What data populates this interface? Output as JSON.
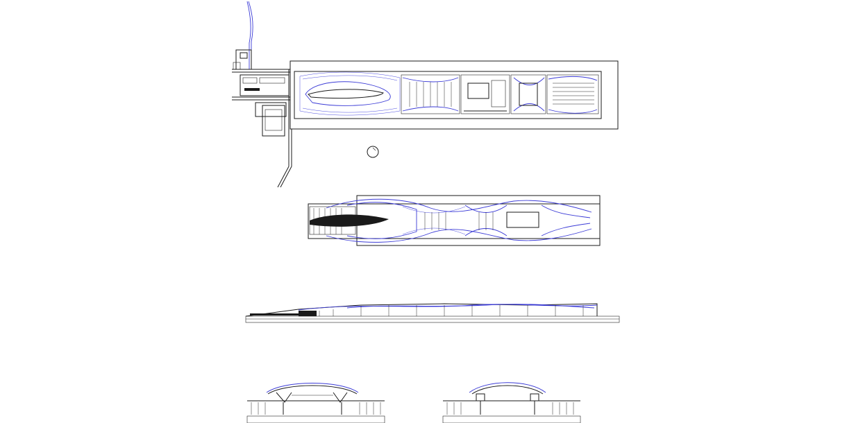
{
  "drawing": {
    "colors": {
      "linework_dark": "#1a1a1a",
      "linework_blue": "#3a3ad6",
      "background": "#ffffff"
    },
    "views": [
      "site-plan-overview",
      "roof-plan",
      "long-elevation",
      "cross-section-a",
      "cross-section-b"
    ]
  }
}
